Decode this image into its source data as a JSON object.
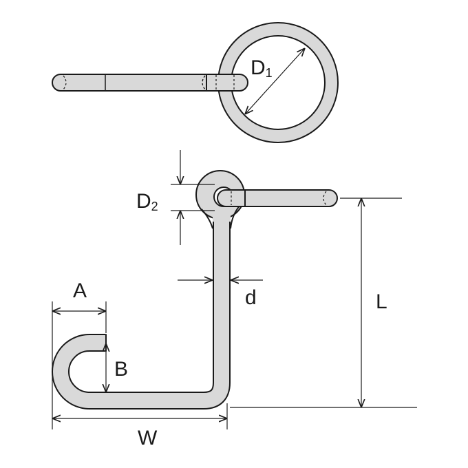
{
  "labels": {
    "d1_main": "D",
    "d1_sub": "1",
    "d2_main": "D",
    "d2_sub": "2",
    "small_d": "d",
    "length": "L",
    "hook_a": "A",
    "hook_b": "B",
    "width": "W"
  },
  "colors": {
    "metal_fill": "#d9d9d9",
    "outline": "#1a1a1a",
    "background": "#ffffff"
  }
}
